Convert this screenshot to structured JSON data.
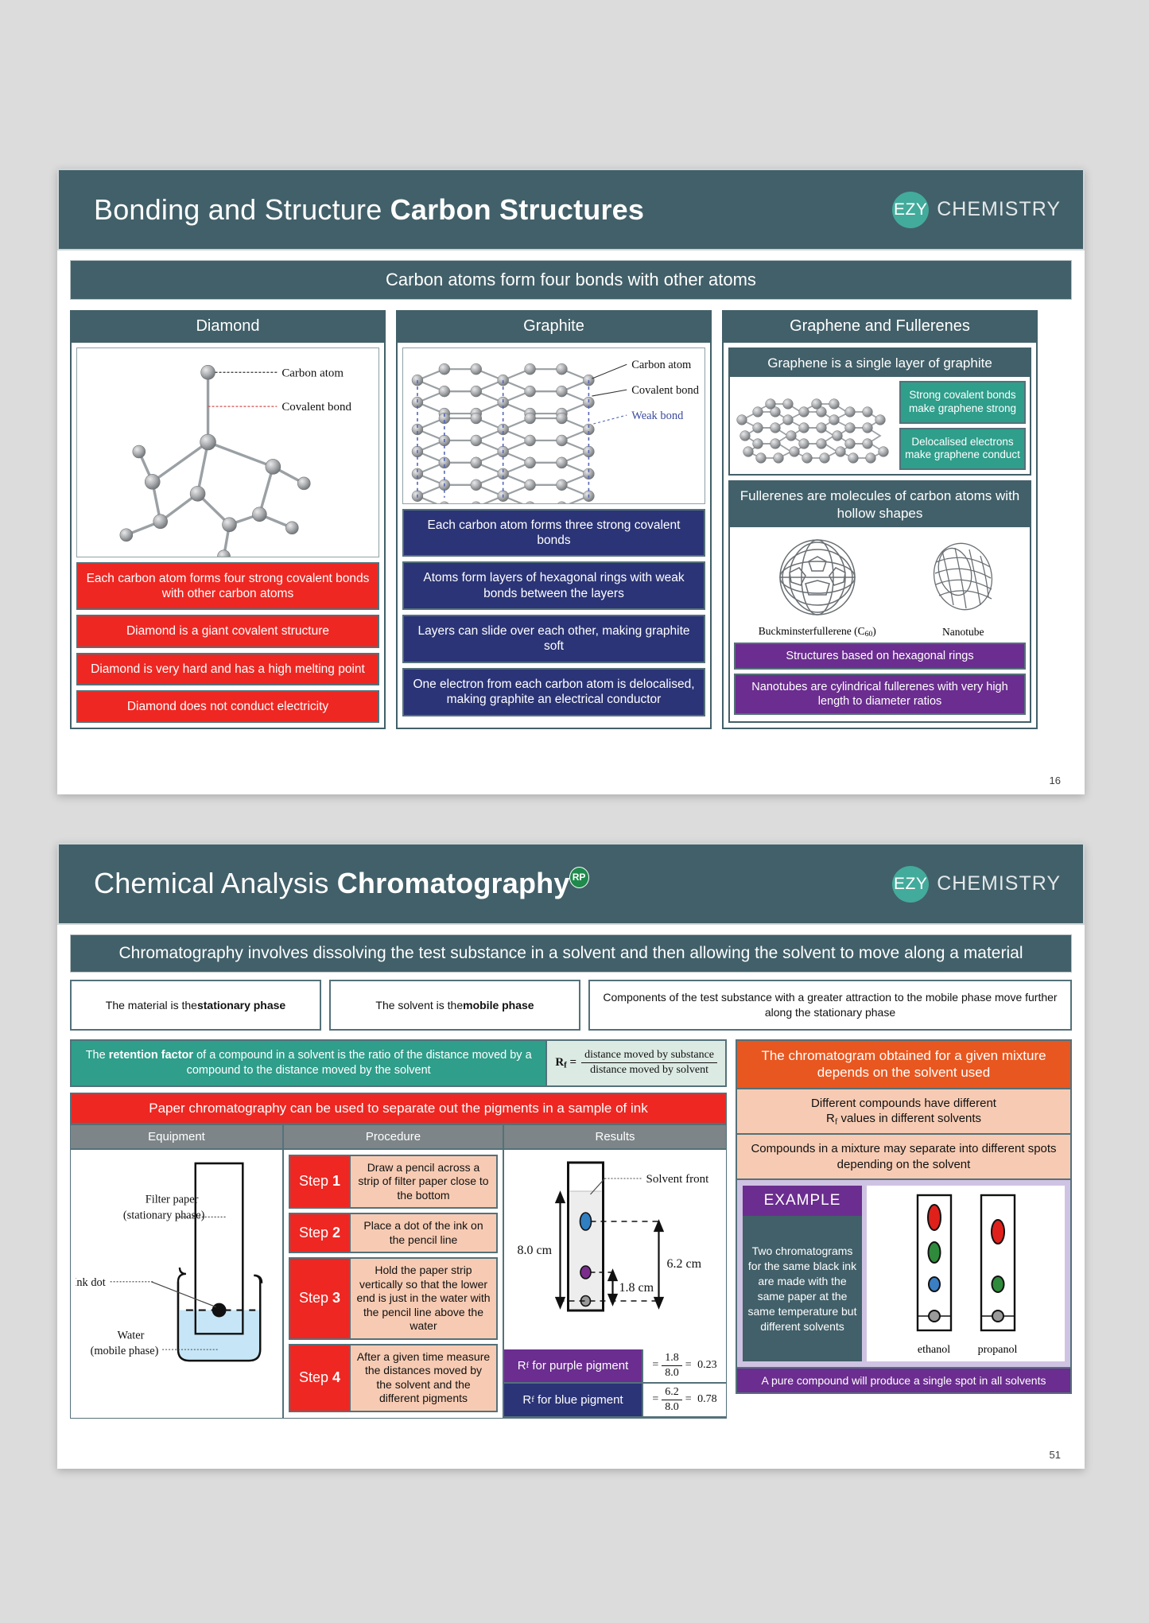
{
  "brand": {
    "logo_text": "EZY",
    "name": "CHEMISTRY"
  },
  "slide1": {
    "page_number": "16",
    "header": {
      "topic": "Bonding and Structure ",
      "title": "Carbon Structures"
    },
    "banner": "Carbon atoms form four bonds with other atoms",
    "diamond": {
      "heading": "Diamond",
      "diagram_labels": [
        "Carbon atom",
        "Covalent bond"
      ],
      "facts": [
        "Each carbon atom forms four strong covalent bonds with other carbon atoms",
        "Diamond is a giant covalent structure",
        "Diamond is very hard and has a high melting point",
        "Diamond does not conduct electricity"
      ]
    },
    "graphite": {
      "heading": "Graphite",
      "diagram_labels": [
        "Carbon atom",
        "Covalent bond",
        "Weak bond"
      ],
      "facts": [
        "Each carbon atom forms three strong covalent bonds",
        "Atoms form layers of hexagonal rings with weak bonds between the layers",
        "Layers can slide over each other, making graphite soft",
        "One electron from each carbon atom is delocalised, making graphite an electrical conductor"
      ]
    },
    "graphene": {
      "heading": "Graphene and Fullerenes",
      "graphene_title": "Graphene is a single layer of graphite",
      "graphene_chips": [
        "Strong covalent bonds make graphene strong",
        "Delocalised electrons make graphene conduct"
      ],
      "fullerene_title": "Fullerenes are molecules of carbon atoms with hollow shapes",
      "fullerene_captions": [
        "Buckminsterfullerene (C60)",
        "Nanotube"
      ],
      "fullerene_chips": [
        "Structures based on hexagonal rings",
        "Nanotubes are cylindrical fullerenes with very high length to diameter ratios"
      ]
    }
  },
  "slide2": {
    "page_number": "51",
    "header": {
      "topic": "Chemical Analysis ",
      "title": "Chromatography",
      "badge": "RP"
    },
    "banner": "Chromatography involves dissolving the test substance in a solvent and then allowing the solvent to move along a material",
    "phase_boxes": [
      {
        "pre": "The material is the ",
        "bold": "stationary phase"
      },
      {
        "pre": "The solvent is the ",
        "bold": "mobile phase"
      },
      {
        "pre": "Components of the test substance with a greater attraction to the mobile phase move further along the stationary phase",
        "bold": ""
      }
    ],
    "retention": {
      "text_pre": "The ",
      "text_bold": "retention factor",
      "text_post": " of a compound in a solvent is the ratio of the distance moved by a compound to the distance moved by the solvent",
      "equation_lhs": "Rf =",
      "equation_num": "distance moved by substance",
      "equation_den": "distance moved by solvent"
    },
    "paper_bar": "Paper chromatography can be used to separate out the pigments in a sample of ink",
    "table_headers": [
      "Equipment",
      "Procedure",
      "Results"
    ],
    "equipment_labels": [
      "Filter paper (stationary phase)",
      "Ink dot",
      "Water (mobile phase)"
    ],
    "steps": [
      {
        "n": "Step",
        "num": "1",
        "text": "Draw a pencil across a strip of filter paper close to the bottom"
      },
      {
        "n": "Step",
        "num": "2",
        "text": "Place a dot of the ink on the pencil line"
      },
      {
        "n": "Step",
        "num": "3",
        "text": "Hold the paper strip vertically so that the lower end is just in the water with the pencil line above the water"
      },
      {
        "n": "Step",
        "num": "4",
        "text": "After a given time measure the distances moved by the solvent and the different pigments"
      }
    ],
    "results_diagram": {
      "solvent_front_label": "Solvent front",
      "total_distance": "8.0 cm",
      "blue_distance": "6.2 cm",
      "purple_distance": "1.8 cm"
    },
    "rf_calcs": [
      {
        "label": "Rf for purple pigment",
        "num": "1.8",
        "den": "8.0",
        "result": "0.23"
      },
      {
        "label": "Rf for blue pigment",
        "num": "6.2",
        "den": "8.0",
        "result": "0.78"
      }
    ],
    "chromatogram_bar": "The chromatogram obtained for a given mixture depends on the solvent used",
    "chromatogram_facts": [
      "Different compounds have different Rf values in different solvents",
      "Compounds in a mixture may separate into different spots depending on the solvent"
    ],
    "example": {
      "badge": "EXAMPLE",
      "text": "Two chromatograms for the same black ink are made with the same paper at the same temperature but different solvents",
      "captions": [
        "ethanol",
        "propanol"
      ]
    },
    "pure_bar": "A pure compound will produce a single spot in all solvents"
  },
  "colors": {
    "slate": "#426069",
    "teal": "#43ab9b",
    "red": "#ee2722",
    "navy": "#2b3476",
    "purple": "#6b2d8f",
    "orange": "#e8571f",
    "peach": "#f7cbb3",
    "green_teal": "#2f9e8b"
  }
}
